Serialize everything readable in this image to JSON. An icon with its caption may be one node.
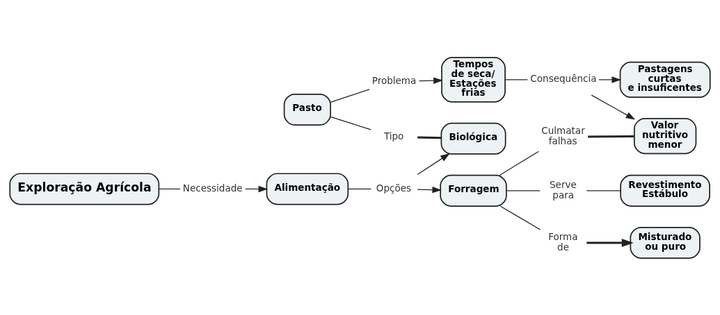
{
  "diagram": {
    "nodes": [
      {
        "text": [
          "Pastagens curtas e insuficentes"
        ]
      },
      {
        "text": [
          "Valor nutritivo menor"
        ]
      },
      {
        "text": [
          "Misturado ou puro"
        ]
      },
      {
        "text": [
          "Tempos de seca/ Estações frias"
        ]
      },
      {
        "text": [
          "Biológica"
        ]
      },
      {
        "text": [
          "Forragem"
        ]
      },
      {
        "text": [
          "Pasto"
        ]
      },
      {
        "text": [
          "Revestimento Estábulo"
        ]
      },
      {
        "text": [
          "Exploração Agrícola"
        ]
      },
      {
        "text": [
          "Alimentação"
        ]
      },
      {
        "text": [
          "Consequência"
        ]
      },
      {
        "text": [
          "Culmatar falhas"
        ]
      },
      {
        "text": [
          "Forma de"
        ]
      },
      {
        "text": [
          "Tipo"
        ]
      },
      {
        "text": [
          "Serve para"
        ]
      },
      {
        "text": [
          "Problema"
        ]
      },
      {
        "text": [
          "Opções"
        ]
      },
      {
        "text": [
          "Necessidade"
        ]
      }
    ],
    "edges": [
      {
        "from": 3,
        "to": 10,
        "arrow": "none"
      },
      {
        "from": 10,
        "to": 0,
        "arrow": "to"
      },
      {
        "from": 10,
        "to": 1,
        "arrow": "to"
      },
      {
        "from": 5,
        "to": 11,
        "arrow": "none"
      },
      {
        "from": 11,
        "to": 1,
        "arrow": "none",
        "style": "thick"
      },
      {
        "from": 5,
        "to": 12,
        "arrow": "none"
      },
      {
        "from": 12,
        "to": 2,
        "arrow": "to",
        "style": "thick"
      },
      {
        "from": 5,
        "to": 14,
        "arrow": "none"
      },
      {
        "from": 14,
        "to": 7,
        "arrow": "none"
      },
      {
        "from": 6,
        "to": 13,
        "arrow": "none"
      },
      {
        "from": 13,
        "to": 4,
        "arrow": "none",
        "style": "thick"
      },
      {
        "from": 6,
        "to": 15,
        "arrow": "none"
      },
      {
        "from": 15,
        "to": 3,
        "arrow": "to"
      },
      {
        "from": 9,
        "to": 16,
        "arrow": "none"
      },
      {
        "from": 16,
        "to": 4,
        "arrow": "to"
      },
      {
        "from": 16,
        "to": 5,
        "arrow": "to"
      },
      {
        "from": 8,
        "to": 17,
        "arrow": "none"
      },
      {
        "from": 17,
        "to": 9,
        "arrow": "to"
      }
    ]
  }
}
